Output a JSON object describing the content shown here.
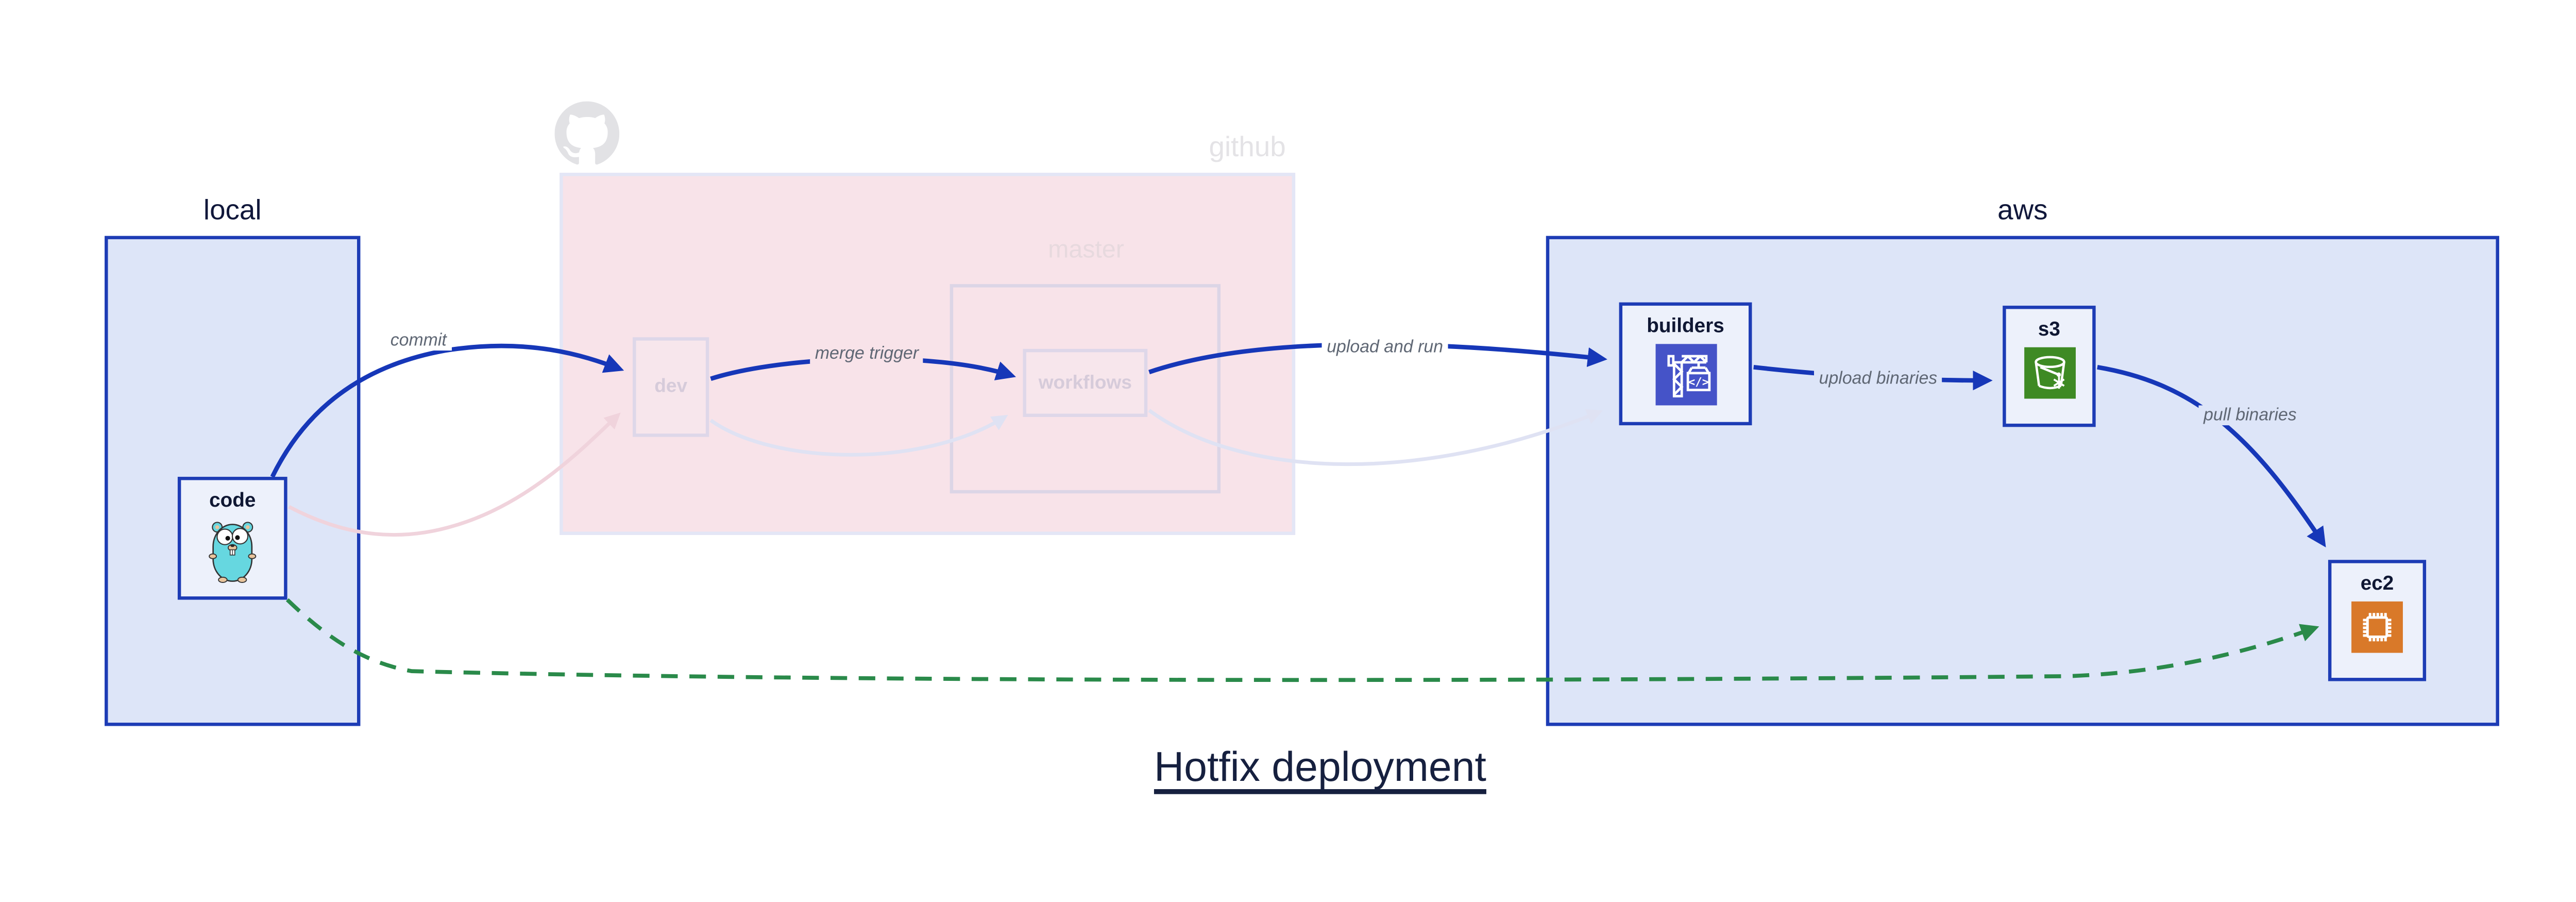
{
  "diagram_title": "Hotfix deployment",
  "containers": {
    "local": {
      "label": "local"
    },
    "github": {
      "label": "github",
      "faded": true
    },
    "master": {
      "label": "master",
      "faded": true
    },
    "aws": {
      "label": "aws"
    }
  },
  "nodes": {
    "code": {
      "label": "code",
      "icon": "gopher-icon"
    },
    "dev": {
      "label": "dev",
      "faded": true
    },
    "workflows": {
      "label": "workflows",
      "faded": true
    },
    "builders": {
      "label": "builders",
      "icon": "codebuild-crane-icon"
    },
    "s3": {
      "label": "s3",
      "icon": "s3-bucket-icon"
    },
    "ec2": {
      "label": "ec2",
      "icon": "ec2-chip-icon"
    }
  },
  "edges": {
    "commit": {
      "from": "code",
      "to": "dev",
      "label": "commit",
      "style": "solid-blue"
    },
    "merge_trigger": {
      "from": "dev",
      "to": "workflows",
      "label": "merge trigger",
      "style": "solid-blue"
    },
    "upload_and_run": {
      "from": "workflows",
      "to": "builders",
      "label": "upload and run",
      "style": "solid-blue"
    },
    "upload_binaries": {
      "from": "builders",
      "to": "s3",
      "label": "upload binaries",
      "style": "solid-blue"
    },
    "pull_binaries": {
      "from": "s3",
      "to": "ec2",
      "label": "pull binaries",
      "style": "solid-blue"
    },
    "hotfix_path": {
      "from": "code",
      "to": "ec2",
      "label": "",
      "style": "dashed-green"
    },
    "faded_commit": {
      "from": "code",
      "to": "dev",
      "label": "",
      "style": "faded-pink"
    },
    "faded_merge": {
      "from": "dev",
      "to": "workflows",
      "label": "",
      "style": "faded-lavender"
    },
    "faded_upload": {
      "from": "workflows",
      "to": "builders",
      "label": "",
      "style": "faded-lavender"
    }
  },
  "colors": {
    "edge_blue": "#1637b8",
    "edge_green": "#2a8a4a",
    "faded_pink_edge": "#f0d3dc",
    "faded_lavender_edge": "#dfe2f3",
    "region_fill": "#dde5f8",
    "region_border": "#1d3cb5",
    "github_fill": "#f8e3e9",
    "node_fill": "#edf1fb",
    "codebuild_icon_bg": "#4553c8",
    "s3_icon_bg": "#3e8a24",
    "ec2_icon_bg": "#d97929",
    "gopher_body": "#66d7e0"
  }
}
